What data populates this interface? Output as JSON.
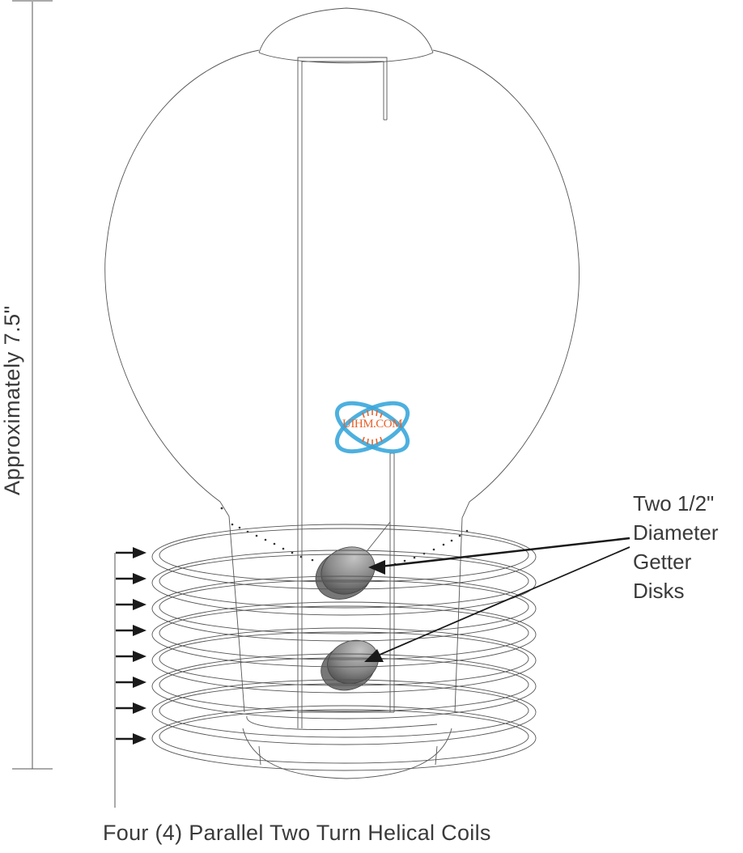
{
  "diagram": {
    "type": "technical illustration",
    "subject": "Induction heating of getter disks in a light bulb",
    "colors": {
      "line": "#555555",
      "arrow": "#1a1a1a",
      "disk_dark": "#555555",
      "disk_light": "#b5b5b5",
      "watermark_ring": "#3aa7dc",
      "watermark_text": "#e8622a"
    }
  },
  "labels": {
    "dimension": "Approximately 7.5\"",
    "getter_line1": "Two 1/2\"",
    "getter_line2": "Diameter",
    "getter_line3": "Getter",
    "getter_line4": "Disks",
    "coils": "Four (4) Parallel Two Turn Helical Coils"
  },
  "watermark": {
    "text": "UIHM.COM"
  },
  "coil_arrows": {
    "count": 8
  }
}
